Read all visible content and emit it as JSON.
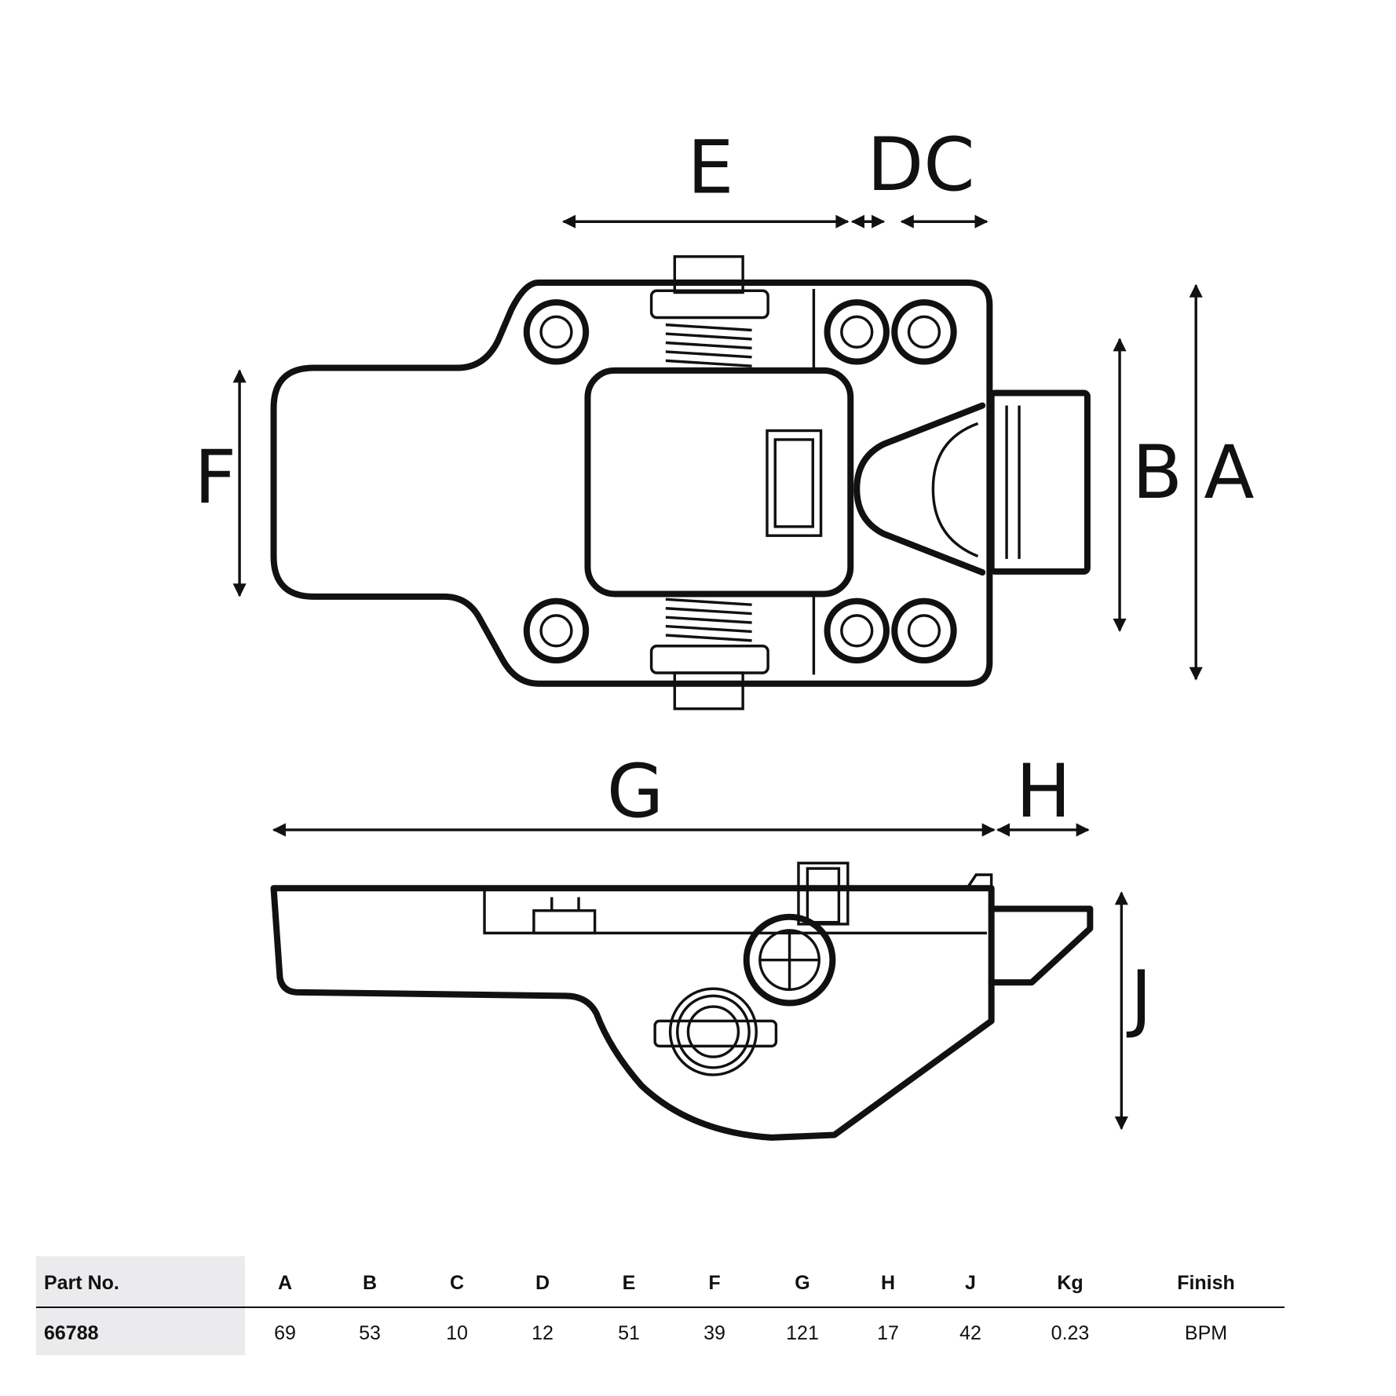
{
  "dimension_labels": {
    "A": "A",
    "B": "B",
    "C": "C",
    "D": "D",
    "E": "E",
    "F": "F",
    "G": "G",
    "H": "H",
    "J": "J"
  },
  "table": {
    "headers": [
      "Part No.",
      "A",
      "B",
      "C",
      "D",
      "E",
      "F",
      "G",
      "H",
      "J",
      "Kg",
      "Finish"
    ],
    "rows": [
      [
        "66788",
        "69",
        "53",
        "10",
        "12",
        "51",
        "39",
        "121",
        "17",
        "42",
        "0.23",
        "BPM"
      ]
    ]
  }
}
